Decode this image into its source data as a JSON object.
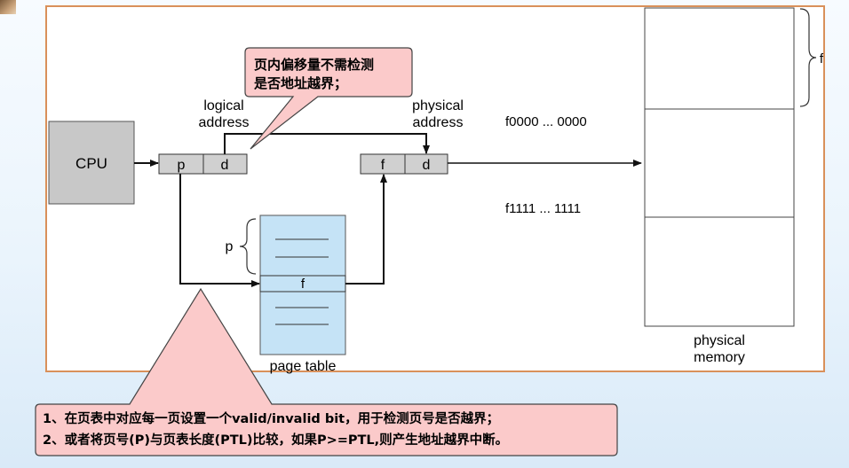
{
  "cpu_label": "CPU",
  "logical_address": {
    "line1": "logical",
    "line2": "address",
    "p": "p",
    "d": "d"
  },
  "physical_address": {
    "line1": "physical",
    "line2": "address",
    "f": "f",
    "d": "d"
  },
  "page_table": {
    "label": "page table",
    "frame_entry": "f",
    "p_brace_label": "p"
  },
  "physical_memory": {
    "line1": "physical",
    "line2": "memory",
    "addr_start": "f0000 ... 0000",
    "addr_end": "f1111 ... 1111",
    "frame_brace_label": "f"
  },
  "callout_top": {
    "line1": "页内偏移量不需检测",
    "line2": "是否地址越界；"
  },
  "callout_bottom": {
    "line1": "1、在页表中对应每一页设置一个valid/invalid bit，用于检测页号是否越界；",
    "line2": "2、或者将页号(P)与页表长度(PTL)比较，如果P>=PTL,则产生地址越界中断。"
  },
  "colors": {
    "cpu_fill": "#c8c8c8",
    "page_table_fill": "#c5e3f6",
    "callout_fill": "#fbcaca",
    "frame_border": "#d9905a",
    "register_fill": "#d0d0d0"
  }
}
